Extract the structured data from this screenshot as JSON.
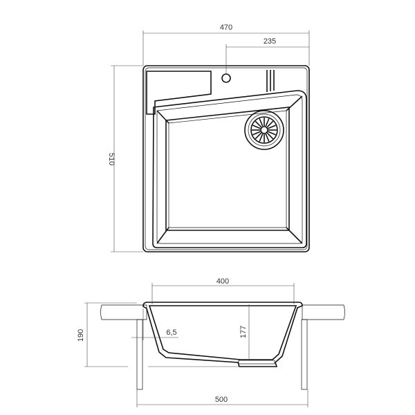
{
  "drawing": {
    "top_view": {
      "width_dim": "470",
      "half_dim": "235",
      "depth_dim": "510"
    },
    "section_view": {
      "bowl_width_dim": "400",
      "total_height_dim": "190",
      "bowl_depth_dim": "177",
      "wall_dim": "6,5",
      "cutout_dim": "500"
    },
    "colors": {
      "hatch": "#5bb8d0",
      "line": "#111111"
    }
  }
}
